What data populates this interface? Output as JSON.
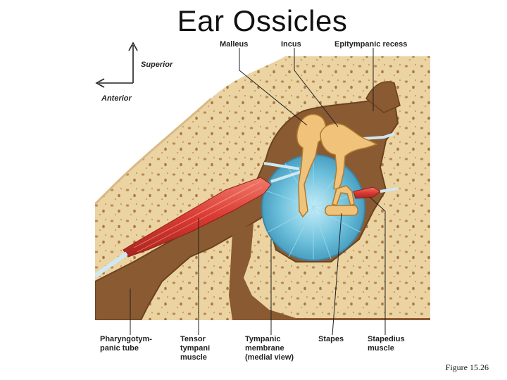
{
  "title": "Ear Ossicles",
  "orientation": {
    "superior": "Superior",
    "anterior": "Anterior"
  },
  "labels": {
    "malleus": "Malleus",
    "incus": "Incus",
    "epitympanic_recess": "Epitympanic recess",
    "pharyngotympanic_tube": "Pharyngotym-\npanic tube",
    "tensor_tympani": "Tensor\ntympani\nmuscle",
    "tympanic_membrane": "Tympanic\nmembrane\n(medial view)",
    "stapes": "Stapes",
    "stapedius": "Stapedius\nmuscle"
  },
  "caption": "Figure 15.26",
  "colors": {
    "bone": "#ecd3a2",
    "cavity": "#8a5a32",
    "membrane": "#6cc0dc",
    "ossicle": "#f0c27a",
    "muscle": "#d93a32"
  }
}
